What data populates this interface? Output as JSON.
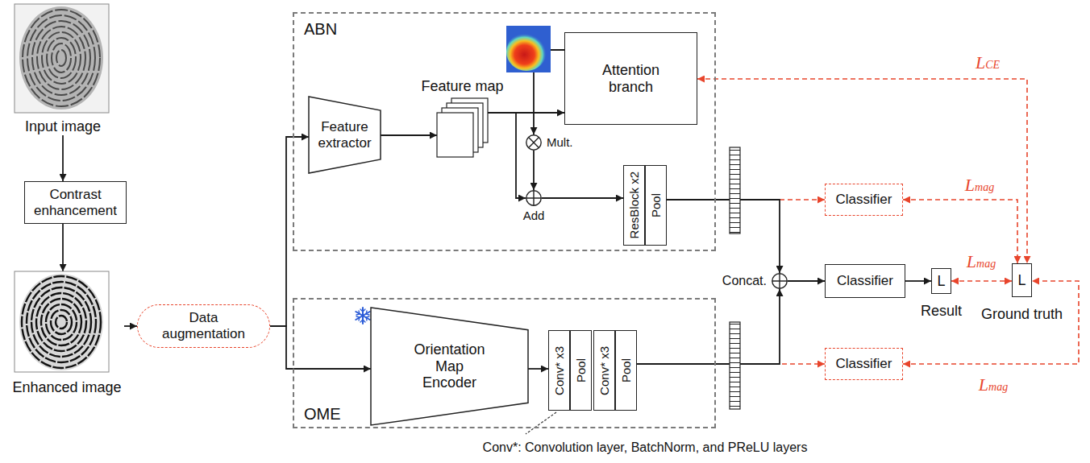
{
  "diagram": {
    "nodes": [
      {
        "text": [
          "Input image"
        ]
      },
      {
        "text": [
          "Contrast enhancement"
        ]
      },
      {
        "text": [
          "Enhanced image"
        ]
      },
      {
        "text": [
          "Data augmentation"
        ]
      },
      {
        "text": [
          "ABN"
        ]
      },
      {
        "text": [
          "Feature extractor"
        ],
        "in": 4
      },
      {
        "text": [
          "Feature map"
        ],
        "in": 4
      },
      {
        "text": [
          "Attention branch"
        ],
        "in": 4
      },
      {
        "text": [
          "Mult."
        ],
        "in": 4
      },
      {
        "text": [
          "Add"
        ],
        "in": 4
      },
      {
        "text": [
          "ResBlock x2"
        ],
        "in": 4
      },
      {
        "text": [
          "Pool"
        ],
        "in": 4
      },
      {
        "text": [
          "OME"
        ]
      },
      {
        "text": [
          "Orientation Map Encoder"
        ],
        "in": 12
      },
      {
        "text": [
          "Conv* x3"
        ],
        "in": 12
      },
      {
        "text": [
          "Pool"
        ],
        "in": 12
      },
      {
        "text": [
          "Conv* x3"
        ],
        "in": 12
      },
      {
        "text": [
          "Pool"
        ],
        "in": 12
      },
      {
        "text": [
          "Concat."
        ]
      },
      {
        "text": [
          "Classifier"
        ]
      },
      {
        "text": [
          "Classifier"
        ]
      },
      {
        "text": [
          "Classifier"
        ]
      },
      {
        "text": [
          "L",
          "Result"
        ]
      },
      {
        "text": [
          "L",
          "Ground truth"
        ]
      }
    ],
    "edges": [
      {
        "from": 0,
        "to": 1,
        "arrow": "to"
      },
      {
        "from": 1,
        "to": 2,
        "arrow": "to"
      },
      {
        "from": 2,
        "to": 3,
        "arrow": "to"
      },
      {
        "from": 3,
        "to": 5,
        "arrow": "to"
      },
      {
        "from": 3,
        "to": 13,
        "arrow": "to"
      },
      {
        "from": 5,
        "to": 6,
        "arrow": "to"
      },
      {
        "from": 6,
        "to": 7,
        "arrow": "to"
      },
      {
        "from": 7,
        "to": 8,
        "arrow": "to"
      },
      {
        "from": 6,
        "to": 9,
        "arrow": "to"
      },
      {
        "from": 8,
        "to": 9,
        "arrow": "to"
      },
      {
        "from": 9,
        "to": 10,
        "arrow": "to"
      },
      {
        "from": 13,
        "to": 14,
        "arrow": "to"
      },
      {
        "from": 11,
        "to": 18,
        "arrow": "to"
      },
      {
        "from": 17,
        "to": 18,
        "arrow": "to"
      },
      {
        "from": 11,
        "to": 19,
        "arrow": "to"
      },
      {
        "from": 17,
        "to": 21,
        "arrow": "to"
      },
      {
        "from": 18,
        "to": 20,
        "arrow": "to"
      },
      {
        "from": 20,
        "to": 22,
        "arrow": "to"
      },
      {
        "from": 7,
        "to": 23,
        "arrow": "both",
        "label": "LCE"
      },
      {
        "from": 19,
        "to": 23,
        "arrow": "both",
        "label": "Lmag"
      },
      {
        "from": 22,
        "to": 23,
        "arrow": "both",
        "label": "Lmag"
      },
      {
        "from": 21,
        "to": 23,
        "arrow": "both",
        "label": "Lmag"
      }
    ],
    "labels": [
      "Conv*: Convolution layer, BatchNorm, and PReLU layers"
    ]
  }
}
